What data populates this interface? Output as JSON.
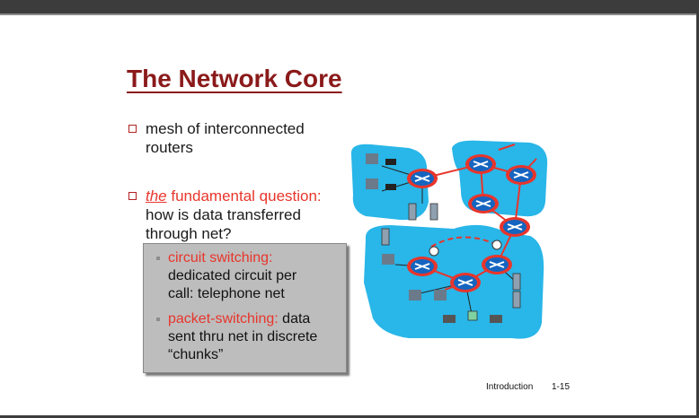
{
  "slide": {
    "title": "The Network Core",
    "bullet1": "mesh of interconnected routers",
    "bullet2": {
      "emph": "the",
      "red_rest": " fundamental question:",
      "line2": "how is data transferred",
      "line3": "through net?"
    },
    "sub1": {
      "label": "circuit switching:",
      "line2": "dedicated circuit per",
      "line3": "call: telephone net"
    },
    "sub2": {
      "label": "packet-switching:",
      "line1_rest": " data",
      "line2": "sent thru net in discrete",
      "line3": "“chunks”"
    }
  },
  "footer": {
    "section": "Introduction",
    "page": "1-15"
  },
  "colors": {
    "title": "#8b1a1a",
    "accent_red": "#e8352b",
    "network_cloud": "#29b6e8",
    "router": "#1565c0"
  }
}
